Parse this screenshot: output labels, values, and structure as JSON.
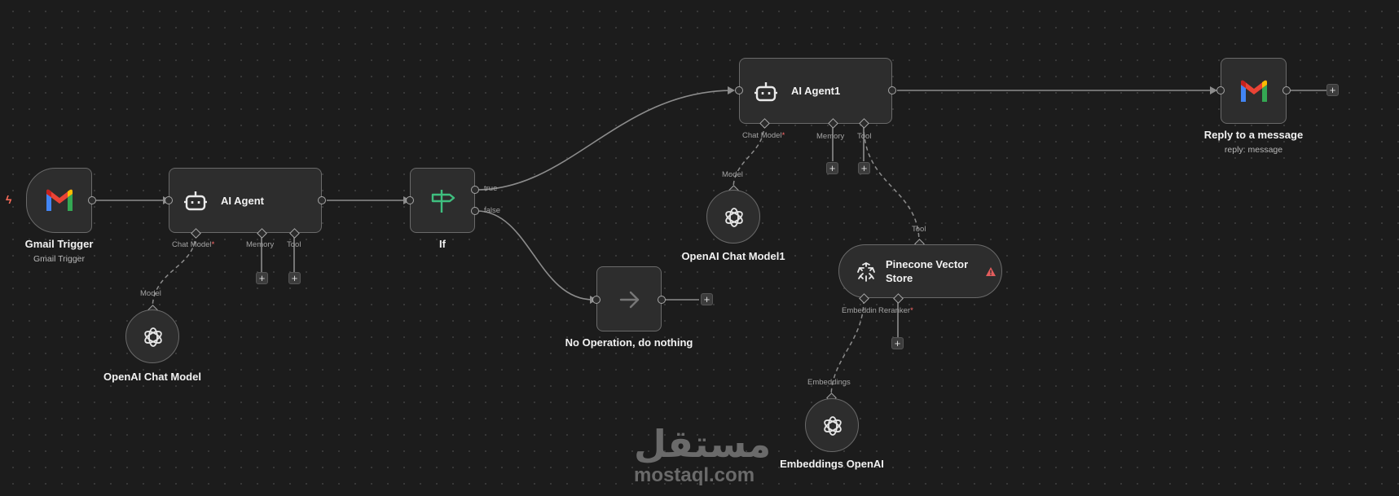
{
  "nodes": {
    "gmail_trigger": {
      "name": "Gmail Trigger",
      "subtitle": "Gmail Trigger",
      "icon": "gmail-icon"
    },
    "ai_agent": {
      "name": "AI Agent",
      "icon": "robot-icon",
      "ports": {
        "chat_model": "Chat Model",
        "memory": "Memory",
        "tool": "Tool"
      }
    },
    "openai_chat_model": {
      "name": "OpenAI Chat Model",
      "port_label": "Model",
      "icon": "openai-icon"
    },
    "if_node": {
      "name": "If",
      "icon": "signpost-icon",
      "outputs": {
        "true": "true",
        "false": "false"
      }
    },
    "no_op": {
      "name": "No Operation, do nothing",
      "icon": "arrow-right-icon"
    },
    "ai_agent1": {
      "name": "AI Agent1",
      "icon": "robot-icon",
      "ports": {
        "chat_model": "Chat Model",
        "memory": "Memory",
        "tool": "Tool"
      }
    },
    "openai_chat_model1": {
      "name": "OpenAI Chat Model1",
      "port_label": "Model",
      "icon": "openai-icon"
    },
    "pinecone": {
      "name_line1": "Pinecone Vector",
      "name_line2": "Store",
      "port_label": "Tool",
      "icon": "pinecone-icon",
      "ports": {
        "embedding": "Embeddin",
        "reranker": "Reranker"
      }
    },
    "embeddings_openai": {
      "name": "Embeddings OpenAI",
      "port_label": "Embeddings",
      "icon": "openai-icon"
    },
    "reply_message": {
      "name": "Reply to a message",
      "subtitle": "reply: message",
      "icon": "gmail-icon"
    }
  },
  "required_marker": "*",
  "add_label": "+",
  "watermark": {
    "arabic": "مستقل",
    "url": "mostaql.com"
  },
  "colors": {
    "background": "#1c1c1c",
    "node": "#2d2d2d",
    "border": "#6a6a6a",
    "if_green": "#3fbf7f",
    "warning": "#e35d5d",
    "trigger": "#ff6d5a"
  }
}
